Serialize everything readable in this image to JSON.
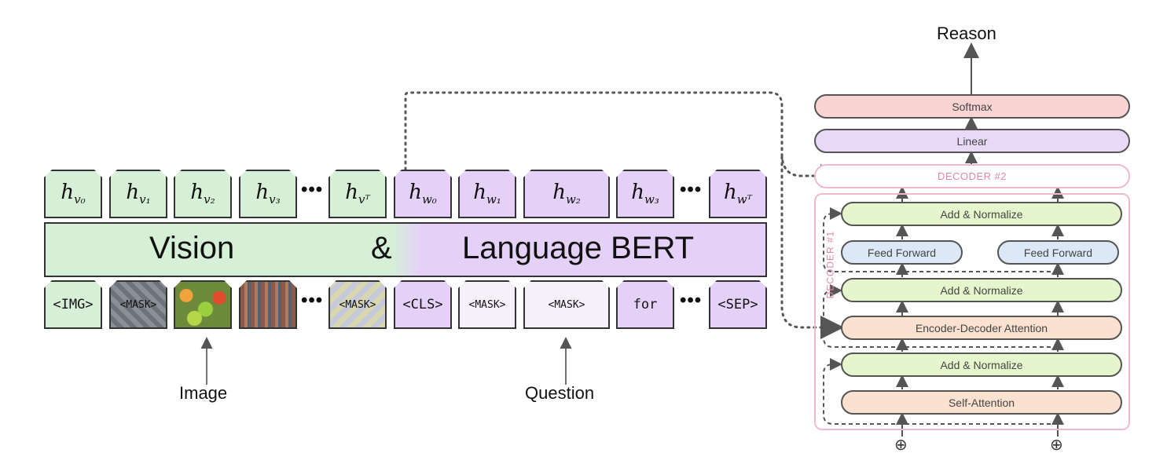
{
  "tokens_top": {
    "v0": "v₀",
    "v1": "v₁",
    "v2": "v₂",
    "v3": "v₃",
    "vT": "vᵀ",
    "w0": "w₀",
    "w1": "w₁",
    "w2": "w₂",
    "w3": "w₃",
    "wT": "wᵀ",
    "h": "h",
    "ellipsis": "•••"
  },
  "bert": {
    "vision": "Vision",
    "amp": "&",
    "language": "Language BERT"
  },
  "tokens_bottom": {
    "img": "<IMG>",
    "mask1": "<MASK>",
    "mask2": "<MASK>",
    "cls": "<CLS>",
    "mask3": "<MASK>",
    "mask4": "<MASK>",
    "for": "for",
    "sep": "<SEP>"
  },
  "labels": {
    "image": "Image",
    "question": "Question"
  },
  "decoder": {
    "reason": "Reason",
    "softmax": "Softmax",
    "linear": "Linear",
    "decoder2": "DECODER #2",
    "decoder1": "DECODER #1",
    "add_norm_top": "Add & Normalize",
    "ff_left": "Feed Forward",
    "ff_right": "Feed Forward",
    "add_norm_mid": "Add & Normalize",
    "enc_dec_attn": "Encoder-Decoder Attention",
    "add_norm_bottom": "Add & Normalize",
    "self_attn": "Self-Attention",
    "plus_left": "⊕",
    "plus_right": "⊕"
  },
  "colors": {
    "vision_green": "#d5f0d6",
    "language_purple": "#e5d1f8",
    "decoder_pink": "#f1b9cf",
    "add_norm_green": "#e5f5cc",
    "feed_forward_blue": "#dce8f6",
    "attention_peach": "#fbe2d0",
    "softmax_pink": "#f9d4d2",
    "linear_lavender": "#ead9f6"
  }
}
